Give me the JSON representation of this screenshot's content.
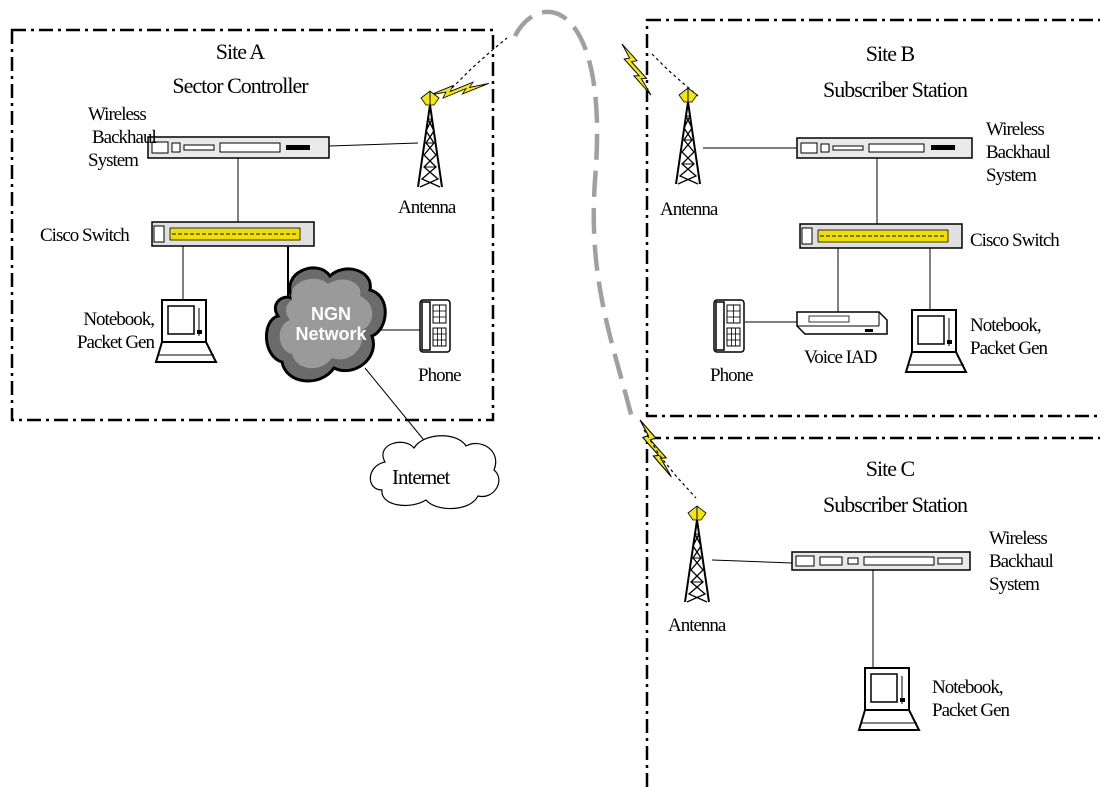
{
  "site_a": {
    "title": "Site A",
    "subtitle": "Sector Controller",
    "wireless_line1": "Wireless",
    "wireless_line2": "Backhaul",
    "wireless_line3": "System",
    "switch": "Cisco Switch",
    "antenna": "Antenna",
    "notebook_line1": "Notebook,",
    "notebook_line2": "Packet Gen",
    "ngn_line1": "NGN",
    "ngn_line2": "Network",
    "phone": "Phone"
  },
  "site_b": {
    "title": "Site B",
    "subtitle": "Subscriber Station",
    "wireless_line1": "Wireless",
    "wireless_line2": "Backhaul",
    "wireless_line3": "System",
    "switch": "Cisco Switch",
    "antenna": "Antenna",
    "notebook_line1": "Notebook,",
    "notebook_line2": "Packet Gen",
    "voice_iad": "Voice IAD",
    "phone": "Phone"
  },
  "site_c": {
    "title": "Site C",
    "subtitle": "Subscriber Station",
    "wireless_line1": "Wireless",
    "wireless_line2": "Backhaul",
    "wireless_line3": "System",
    "antenna": "Antenna",
    "notebook_line1": "Notebook,",
    "notebook_line2": "Packet Gen"
  },
  "internet": "Internet",
  "colors": {
    "lightning": "#f3e60a",
    "link_arc": "#a0a0a0",
    "device_fill": "#e9e9e9",
    "switch_accent": "#f0e000"
  }
}
